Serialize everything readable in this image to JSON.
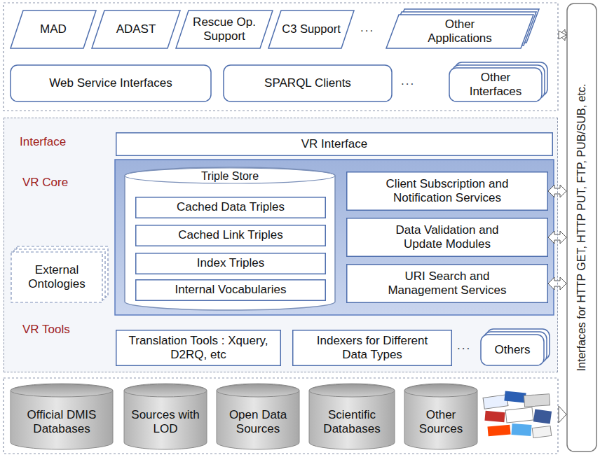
{
  "diagram": {
    "nodes": [
      {
        "text": [
          "MAD"
        ]
      },
      {
        "text": [
          "ADAST"
        ]
      },
      {
        "text": [
          "Rescue Op. Support"
        ]
      },
      {
        "text": [
          "C3 Support"
        ]
      },
      {
        "text": [
          "Other Applications"
        ]
      },
      {
        "text": [
          "Web Service Interfaces"
        ]
      },
      {
        "text": [
          "SPARQL Clients"
        ]
      },
      {
        "text": [
          "Other Interfaces"
        ]
      },
      {
        "text": [
          "Interface",
          "VR Core",
          "VR Tools"
        ]
      },
      {
        "text": [
          "VR Interface"
        ],
        "in": 8
      },
      {
        "text": [
          "Triple Store"
        ],
        "in": 8
      },
      {
        "text": [
          "Cached Data Triples"
        ],
        "in": 10
      },
      {
        "text": [
          "Cached Link Triples"
        ],
        "in": 10
      },
      {
        "text": [
          "Index Triples"
        ],
        "in": 10
      },
      {
        "text": [
          "Internal Vocabularies"
        ],
        "in": 10
      },
      {
        "text": [
          "Client Subscription and Notification Services"
        ],
        "in": 8
      },
      {
        "text": [
          "Data Validation and Update Modules"
        ],
        "in": 8
      },
      {
        "text": [
          "URI Search and Management Services"
        ],
        "in": 8
      },
      {
        "text": [
          "External Ontologies"
        ],
        "in": 8
      },
      {
        "text": [
          "Translation Tools : Xquery, D2RQ, etc"
        ],
        "in": 8
      },
      {
        "text": [
          "Indexers for Different Data Types"
        ],
        "in": 8
      },
      {
        "text": [
          "Others"
        ],
        "in": 8
      },
      {
        "text": [
          "Official DMIS Databases"
        ]
      },
      {
        "text": [
          "Sources with LOD"
        ]
      },
      {
        "text": [
          "Open Data Sources"
        ]
      },
      {
        "text": [
          "Scientific Databases"
        ]
      },
      {
        "text": [
          "Other Sources"
        ]
      },
      {
        "text": [
          "Interfaces for HTTP GET, HTTP PUT, FTP, PUB/SUB, etc."
        ]
      }
    ],
    "edges": [
      {
        "from": 15,
        "to": 27,
        "arrow": "both"
      },
      {
        "from": 16,
        "to": 27,
        "arrow": "both"
      },
      {
        "from": 17,
        "to": 27,
        "arrow": "both"
      }
    ],
    "labels": [
      "...",
      "...",
      "..."
    ]
  }
}
